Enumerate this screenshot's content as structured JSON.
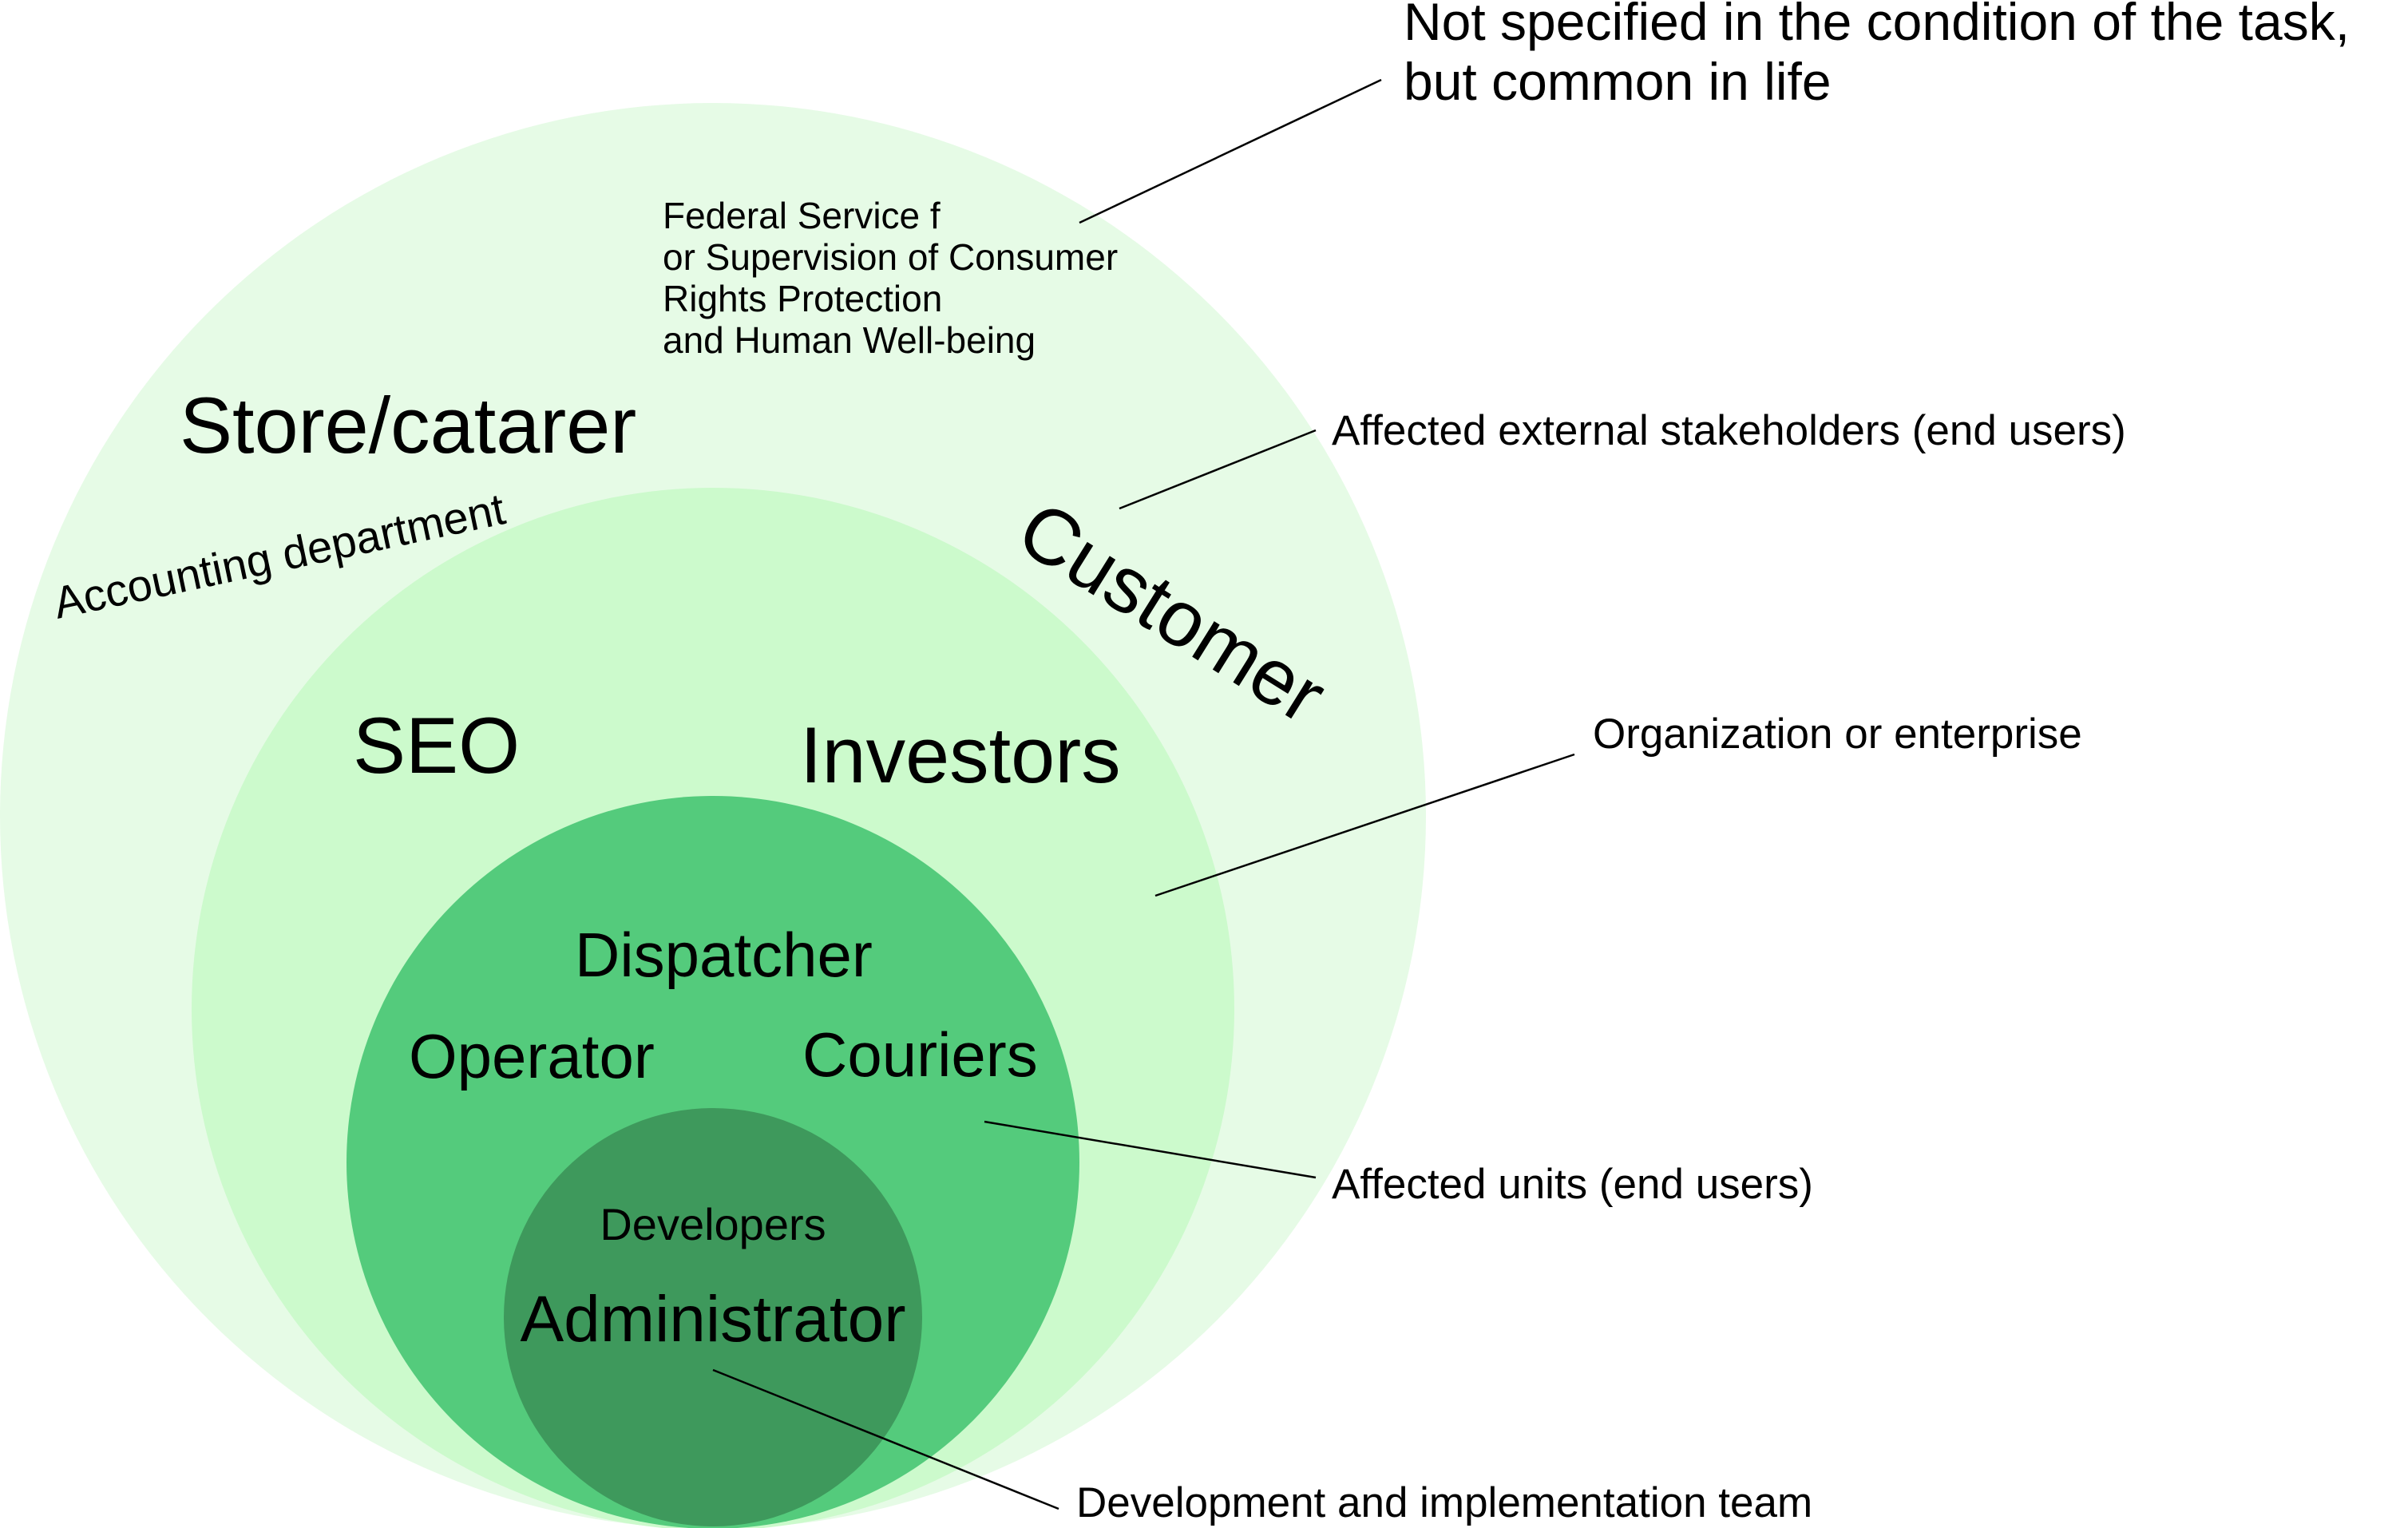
{
  "rings": [
    {
      "name": "outer",
      "fill": "#e6fbe6"
    },
    {
      "name": "organization",
      "fill": "#ccfacc"
    },
    {
      "name": "units",
      "fill": "#54cb7c"
    },
    {
      "name": "team",
      "fill": "#3e995c"
    }
  ],
  "labels": {
    "store": "Store/catarer",
    "accounting": "Accounting department",
    "federal": [
      "Federal Service f",
      "or Supervision of Consumer",
      "Rights Protection",
      "and Human Well-being"
    ],
    "customer": "Customer",
    "seo": "SEO",
    "investors": "Investors",
    "dispatcher": "Dispatcher",
    "operator": "Operator",
    "couriers": "Couriers",
    "developers": "Developers",
    "administrator": "Administrator"
  },
  "annotations": {
    "not_specified": [
      "Not specified in the condition of the task,",
      "but common in life"
    ],
    "external": "Affected external stakeholders (end users)",
    "organization": "Organization or enterprise",
    "units": "Affected units (end users)",
    "team": "Development and implementation team"
  }
}
